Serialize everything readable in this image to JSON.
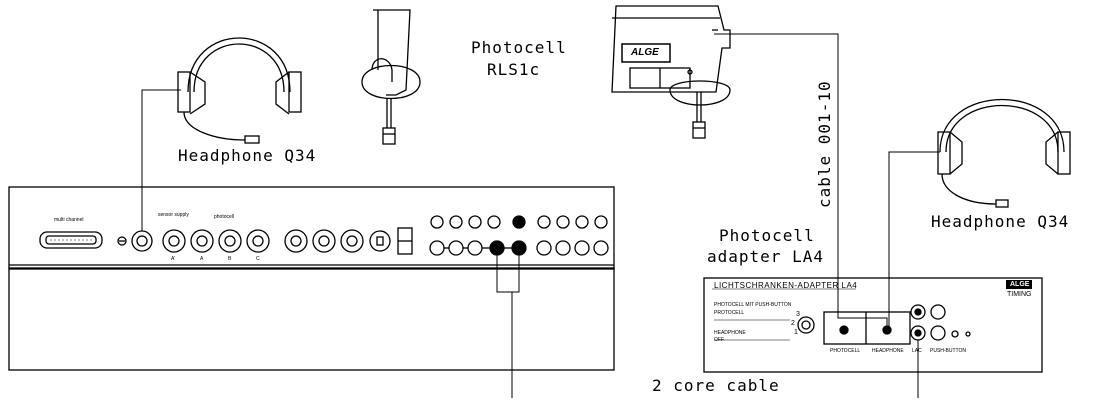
{
  "labels": {
    "headphone_left": "Headphone Q34",
    "headphone_right": "Headphone Q34",
    "photocell_rls1c_line1": "Photocell",
    "photocell_rls1c_line2": "RLS1c",
    "cable_vertical": "cable 001-10",
    "photocell_adapter_line1": "Photocell",
    "photocell_adapter_line2": "adapter LA4",
    "two_core_cable": "2 core cable"
  },
  "timer_panel": {
    "multi_channel": "multi channel",
    "sensor_supply": "sensor supply",
    "photocell": "photocell",
    "a_prime": "A'",
    "a": "A",
    "b": "B",
    "c": "C"
  },
  "adapter_panel": {
    "title": "LICHTSCHRANKEN-ADAPTER LA4",
    "brand": "ALGE",
    "brand_sub": "TIMING",
    "switch_heading": "PHOTOCELL MIT PUSH-BUTTON",
    "protocell": "PROTOCELL",
    "headphone": "HEADPHONE",
    "off": "OFF",
    "pos_1": "1",
    "pos_2": "2",
    "pos_3": "3",
    "jack_photocell": "PHOTOCELL",
    "jack_headphone": "HEADPHONE",
    "jack_lac": "LAC",
    "jack_push_button": "PUSH-BUTTON"
  },
  "photocell_unit": {
    "logo": "ALGE"
  }
}
